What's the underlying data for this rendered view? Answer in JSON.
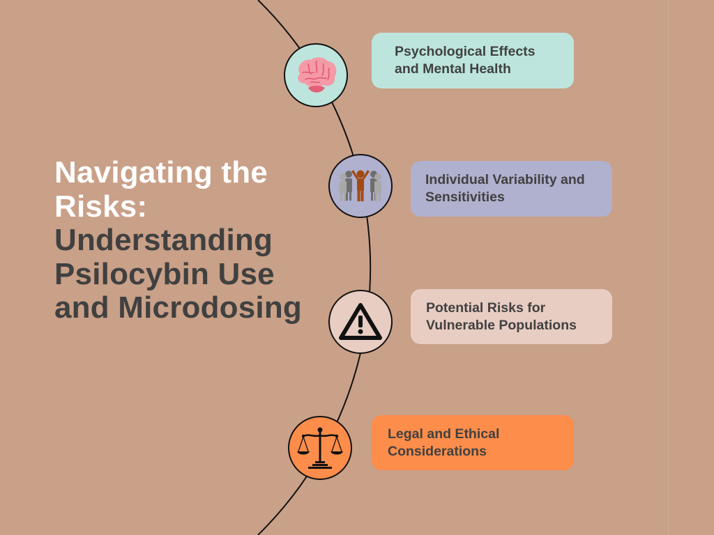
{
  "title": {
    "line1_light": "Navigating the Risks:",
    "line2_dark": "Understanding Psilocybin Use and Microdosing",
    "light_color": "#ffffff",
    "dark_color": "#404040"
  },
  "background_color": "#c9a088",
  "items": [
    {
      "label": "Psychological Effects and Mental Health",
      "icon": "brain-icon",
      "color": "#bde5dd"
    },
    {
      "label": "Individual Variability and Sensitivities",
      "icon": "people-group-icon",
      "color": "#b0b0cf"
    },
    {
      "label": "Potential Risks for Vulnerable Populations",
      "icon": "warning-triangle-icon",
      "color": "#e8cdc3"
    },
    {
      "label": "Legal and Ethical Considerations",
      "icon": "scales-of-justice-icon",
      "color": "#fd8d4a"
    }
  ]
}
